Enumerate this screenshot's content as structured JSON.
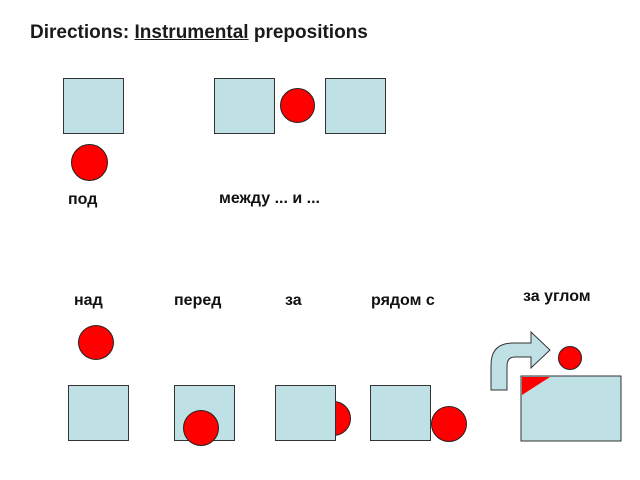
{
  "title": {
    "prefix": "Directions:",
    "underlined": "Instrumental",
    "suffix": "prepositions"
  },
  "prepositions": {
    "pod": "под",
    "mezhdu": "между ... и ...",
    "nad": "над",
    "pered": "перед",
    "za": "за",
    "ryadom": "рядом с",
    "za_uglom": "за углом"
  },
  "colors": {
    "square_fill": "#bfe0e4",
    "ball_fill": "#ff0000",
    "arrow_fill": "#bfe0e4"
  },
  "icons": [
    "bent-arrow-icon"
  ]
}
